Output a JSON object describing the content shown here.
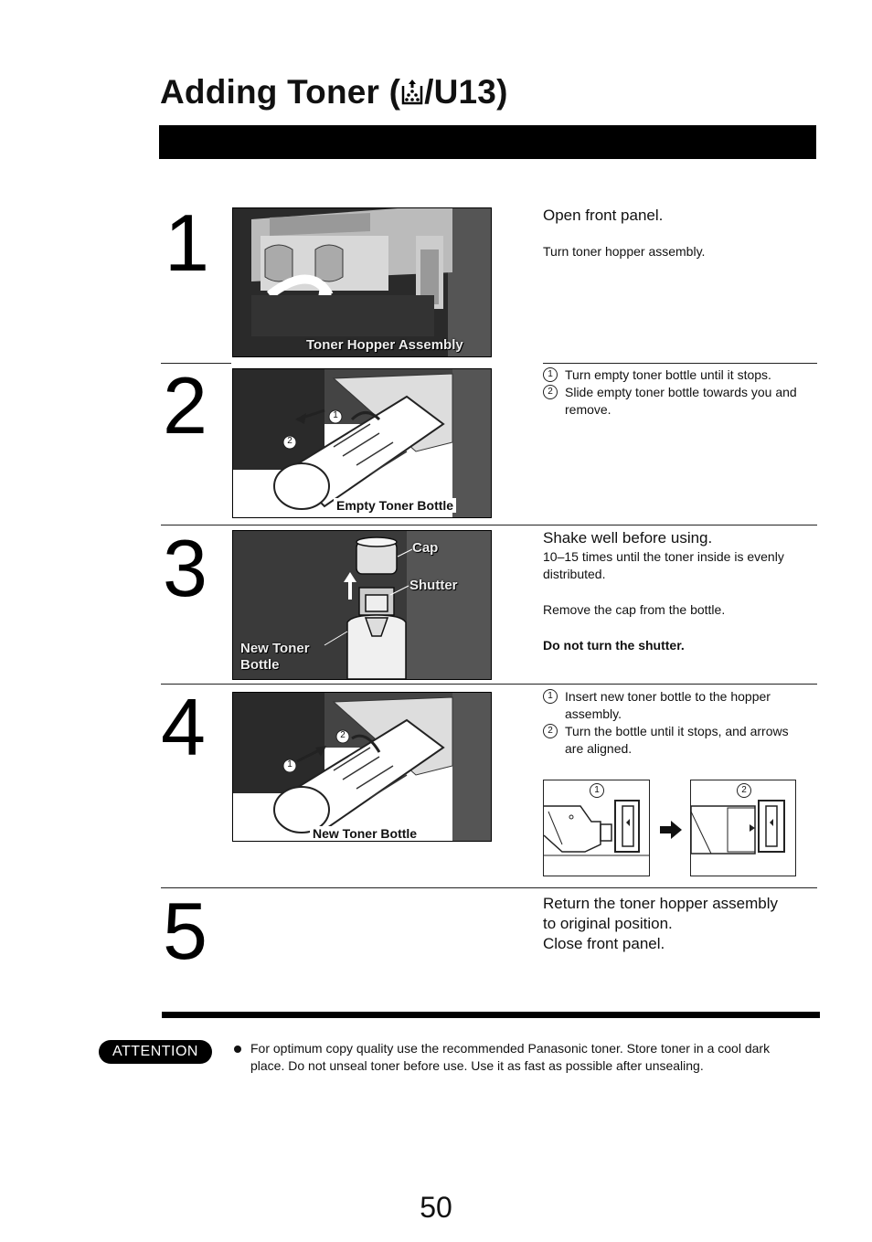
{
  "title": {
    "prefix": "Adding Toner (",
    "suffix": "/U13)",
    "icon": "toner-icon"
  },
  "steps": [
    {
      "number": "1",
      "photo_caption": "Toner Hopper Assembly",
      "heading": "Open front panel.",
      "lines": [
        "Turn toner hopper assembly."
      ]
    },
    {
      "number": "2",
      "photo_caption": "Empty Toner Bottle",
      "photo_marks": [
        "1",
        "2"
      ],
      "items": [
        {
          "marker": "1",
          "text": "Turn empty toner bottle until it stops."
        },
        {
          "marker": "2",
          "text": "Slide empty toner bottle towards you and remove."
        }
      ]
    },
    {
      "number": "3",
      "photo_labels": [
        "Cap",
        "Shutter",
        "New Toner Bottle"
      ],
      "heading": "Shake well before using.",
      "line1": "10–15 times until the toner inside is evenly distributed.",
      "line2": "Remove the cap from the bottle.",
      "warning": "Do not turn the shutter."
    },
    {
      "number": "4",
      "photo_caption": "New Toner Bottle",
      "photo_marks": [
        "1",
        "2"
      ],
      "items": [
        {
          "marker": "1",
          "text": "Insert new toner bottle to the hopper assembly."
        },
        {
          "marker": "2",
          "text": "Turn the bottle until it stops, and arrows are aligned."
        }
      ],
      "diagram_labels": [
        "1",
        "2"
      ]
    },
    {
      "number": "5",
      "lines": [
        "Return the toner hopper assembly",
        "to original position.",
        "Close front panel."
      ]
    }
  ],
  "attention": {
    "label": "ATTENTION",
    "text": "For optimum copy quality use the recommended Panasonic toner. Store toner in a cool dark place. Do not unseal toner before use. Use it as fast as possible after unsealing."
  },
  "page_number": "50"
}
